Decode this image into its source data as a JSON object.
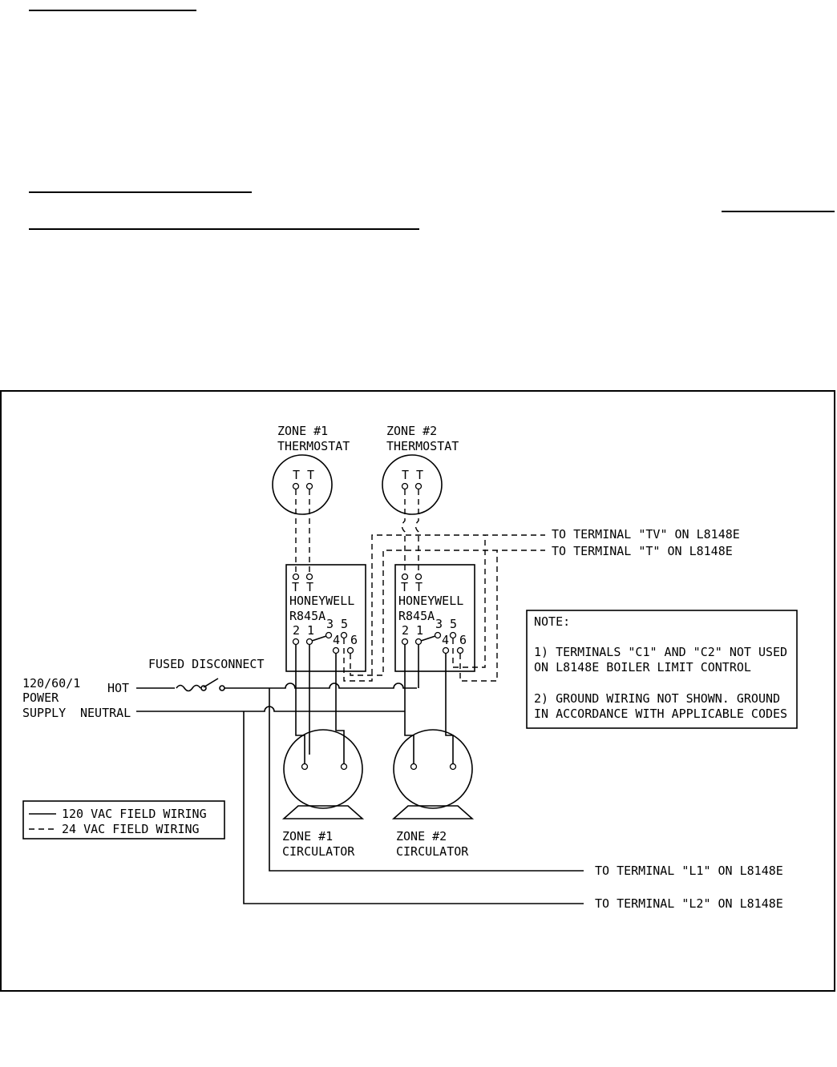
{
  "zone1_thermostat": {
    "title": "ZONE #1",
    "subtitle": "THERMOSTAT",
    "terminals": "T T"
  },
  "zone2_thermostat": {
    "title": "ZONE #2",
    "subtitle": "THERMOSTAT",
    "terminals": "T T"
  },
  "relay1": {
    "t_labels": "T T",
    "brand": "HONEYWELL",
    "model": "R845A",
    "t2": "2",
    "t1": "1",
    "t3": "3",
    "t5": "5",
    "t4": "4",
    "t6": "6"
  },
  "relay2": {
    "t_labels": "T T",
    "brand": "HONEYWELL",
    "model": "R845A",
    "t2": "2",
    "t1": "1",
    "t3": "3",
    "t5": "5",
    "t4": "4",
    "t6": "6"
  },
  "callouts": {
    "to_tv": "TO TERMINAL \"TV\" ON L8148E",
    "to_t": "TO TERMINAL \"T\" ON L8148E",
    "to_l1": "TO TERMINAL \"L1\" ON L8148E",
    "to_l2": "TO TERMINAL \"L2\" ON L8148E"
  },
  "power": {
    "supply1": "120/60/1",
    "supply2": "POWER",
    "supply3": "SUPPLY",
    "hot": "HOT",
    "neutral": "NEUTRAL",
    "disconnect": "FUSED DISCONNECT"
  },
  "note": {
    "heading": "NOTE:",
    "line1": "1) TERMINALS \"C1\" AND \"C2\" NOT USED",
    "line2": "ON L8148E BOILER LIMIT CONTROL",
    "line3": "2) GROUND WIRING NOT SHOWN. GROUND",
    "line4": "IN ACCORDANCE WITH APPLICABLE CODES"
  },
  "legend": {
    "solid": "120 VAC FIELD WIRING",
    "dashed": "24 VAC FIELD WIRING"
  },
  "circ1": {
    "title": "ZONE #1",
    "subtitle": "CIRCULATOR"
  },
  "circ2": {
    "title": "ZONE #2",
    "subtitle": "CIRCULATOR"
  }
}
